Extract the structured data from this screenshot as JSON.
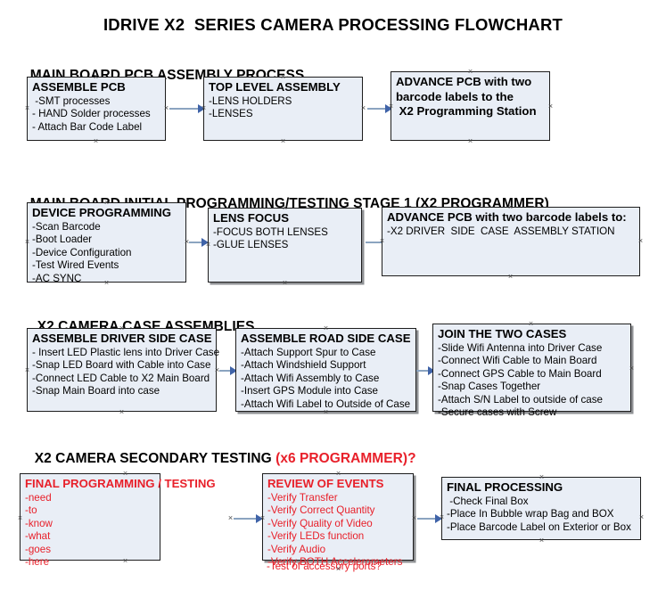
{
  "title": "IDRIVE X2  SERIES CAMERA PROCESSING FLOWCHART",
  "colors": {
    "box_fill": "#e9eef6",
    "box_border": "#1d1d1d",
    "accent_red": "#e8202a",
    "arrow_shaft": "#8ba4c0",
    "arrow_head": "#3f63a8",
    "text": "#000000"
  },
  "sections": [
    {
      "header": "MAIN BOARD PCB ASSEMBLY PROCESS",
      "header_accent": "",
      "boxes": [
        {
          "title": "ASSEMBLE PCB",
          "lines": [
            " -SMT processes",
            "- HAND Solder processes",
            "- Attach Bar Code Label"
          ]
        },
        {
          "title": "TOP LEVEL ASSEMBLY",
          "lines": [
            "-LENS HOLDERS",
            "-LENSES"
          ]
        },
        {
          "title": "ADVANCE PCB with two",
          "lines": [
            "barcode labels to the",
            " X2 Programming Station"
          ]
        }
      ]
    },
    {
      "header": "MAIN BOARD INITIAL PROGRAMMING/TESTING STAGE 1 (X2 PROGRAMMER)",
      "header_accent": "",
      "boxes": [
        {
          "title": "DEVICE PROGRAMMING",
          "lines": [
            "-Scan Barcode",
            "-Boot Loader",
            "-Device Configuration",
            "-Test Wired Events",
            "-AC SYNC"
          ]
        },
        {
          "title": "LENS FOCUS",
          "lines": [
            "-FOCUS BOTH LENSES",
            "-GLUE LENSES"
          ]
        },
        {
          "title": "ADVANCE PCB with two barcode labels to:",
          "lines": [
            "-X2 DRIVER  SIDE  CASE  ASSEMBLY STATION"
          ]
        }
      ]
    },
    {
      "header": "X2 CAMERA CASE ASSEMBLIES",
      "header_accent": "",
      "boxes": [
        {
          "title": "ASSEMBLE DRIVER SIDE CASE",
          "lines": [
            "- Insert LED Plastic lens into Driver Case",
            "-Snap LED Board with Cable into Case",
            "-Connect LED Cable to X2 Main Board",
            "-Snap Main Board into case"
          ]
        },
        {
          "title": "ASSEMBLE ROAD SIDE CASE",
          "lines": [
            "-Attach Support Spur to Case",
            "-Attach Windshield Support",
            "-Attach Wifi Assembly to Case",
            "-Insert GPS Module into Case",
            "-Attach Wifi Label to Outside of Case"
          ]
        },
        {
          "title": "JOIN THE TWO CASES",
          "lines": [
            "-Slide Wifi Antenna into Driver Case",
            "-Connect Wifi Cable to Main Board",
            "-Connect GPS Cable to Main Board",
            "-Snap Cases Together",
            "-Attach S/N Label to outside of case",
            "-Secure cases with Screw"
          ]
        }
      ]
    },
    {
      "header": "X2 CAMERA SECONDARY TESTING ",
      "header_accent": "(x6 PROGRAMMER)?",
      "boxes": [
        {
          "title": "FINAL PROGRAMMING / TESTING",
          "lines": [
            "-need",
            "-to",
            "-know",
            "-what",
            "-goes",
            "-here"
          ]
        },
        {
          "title": "REVIEW OF EVENTS",
          "lines": [
            "-Verify Transfer",
            "-Verify Correct Quantity",
            "-Verify Quality of Video",
            "-Verify LEDs function",
            "-Verify Audio",
            "-Verify BOTH Accelerometers"
          ],
          "overflow_line": "-Test of accessory ports?"
        },
        {
          "title": "FINAL PROCESSING",
          "lines": [
            " -Check Final Box",
            "-Place In Bubble wrap Bag and BOX",
            "-Place Barcode Label on Exterior or Box"
          ]
        }
      ]
    }
  ]
}
